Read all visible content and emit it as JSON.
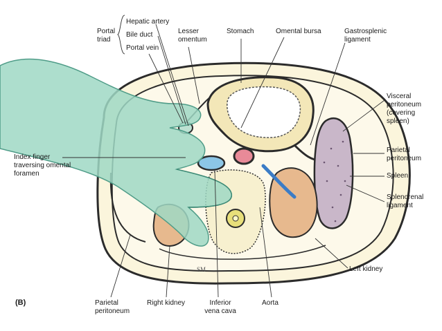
{
  "figure": {
    "panel_label": "(B)",
    "artist_initials": "SM"
  },
  "labels": {
    "portal_triad": "Portal triad",
    "hepatic_artery": "Hepatic artery",
    "bile_duct": "Bile duct",
    "portal_vein": "Portal vein",
    "lesser_omentum": "Lesser omentum",
    "stomach": "Stomach",
    "omental_bursa": "Omental bursa",
    "gastrosplenic_ligament": "Gastrosplenic ligament",
    "visceral_peritoneum": "Visceral peritoneum (covering spleen)",
    "parietal_peritoneum_right": "Parietal peritoneum",
    "spleen": "Spleen",
    "splenorenal_ligament": "Splenorenal ligament",
    "index_finger": "Index finger traversing omental foramen",
    "left_kidney": "Left kidney",
    "aorta": "Aorta",
    "inferior_vena_cava": "Inferior vena cava",
    "right_kidney": "Right kidney",
    "parietal_peritoneum_bottom": "Parietal peritoneum"
  },
  "colors": {
    "outline": "#2b2b2b",
    "body_fill": "#fbf5dc",
    "organ_cream": "#f3e7b8",
    "kidney": "#e7b98e",
    "spleen": "#c9b7c9",
    "hand": "#9fd8c4",
    "ivc": "#8cc6e6",
    "aorta": "#e88a98",
    "vertebra": "#e8df7a",
    "leader": "#333333"
  }
}
